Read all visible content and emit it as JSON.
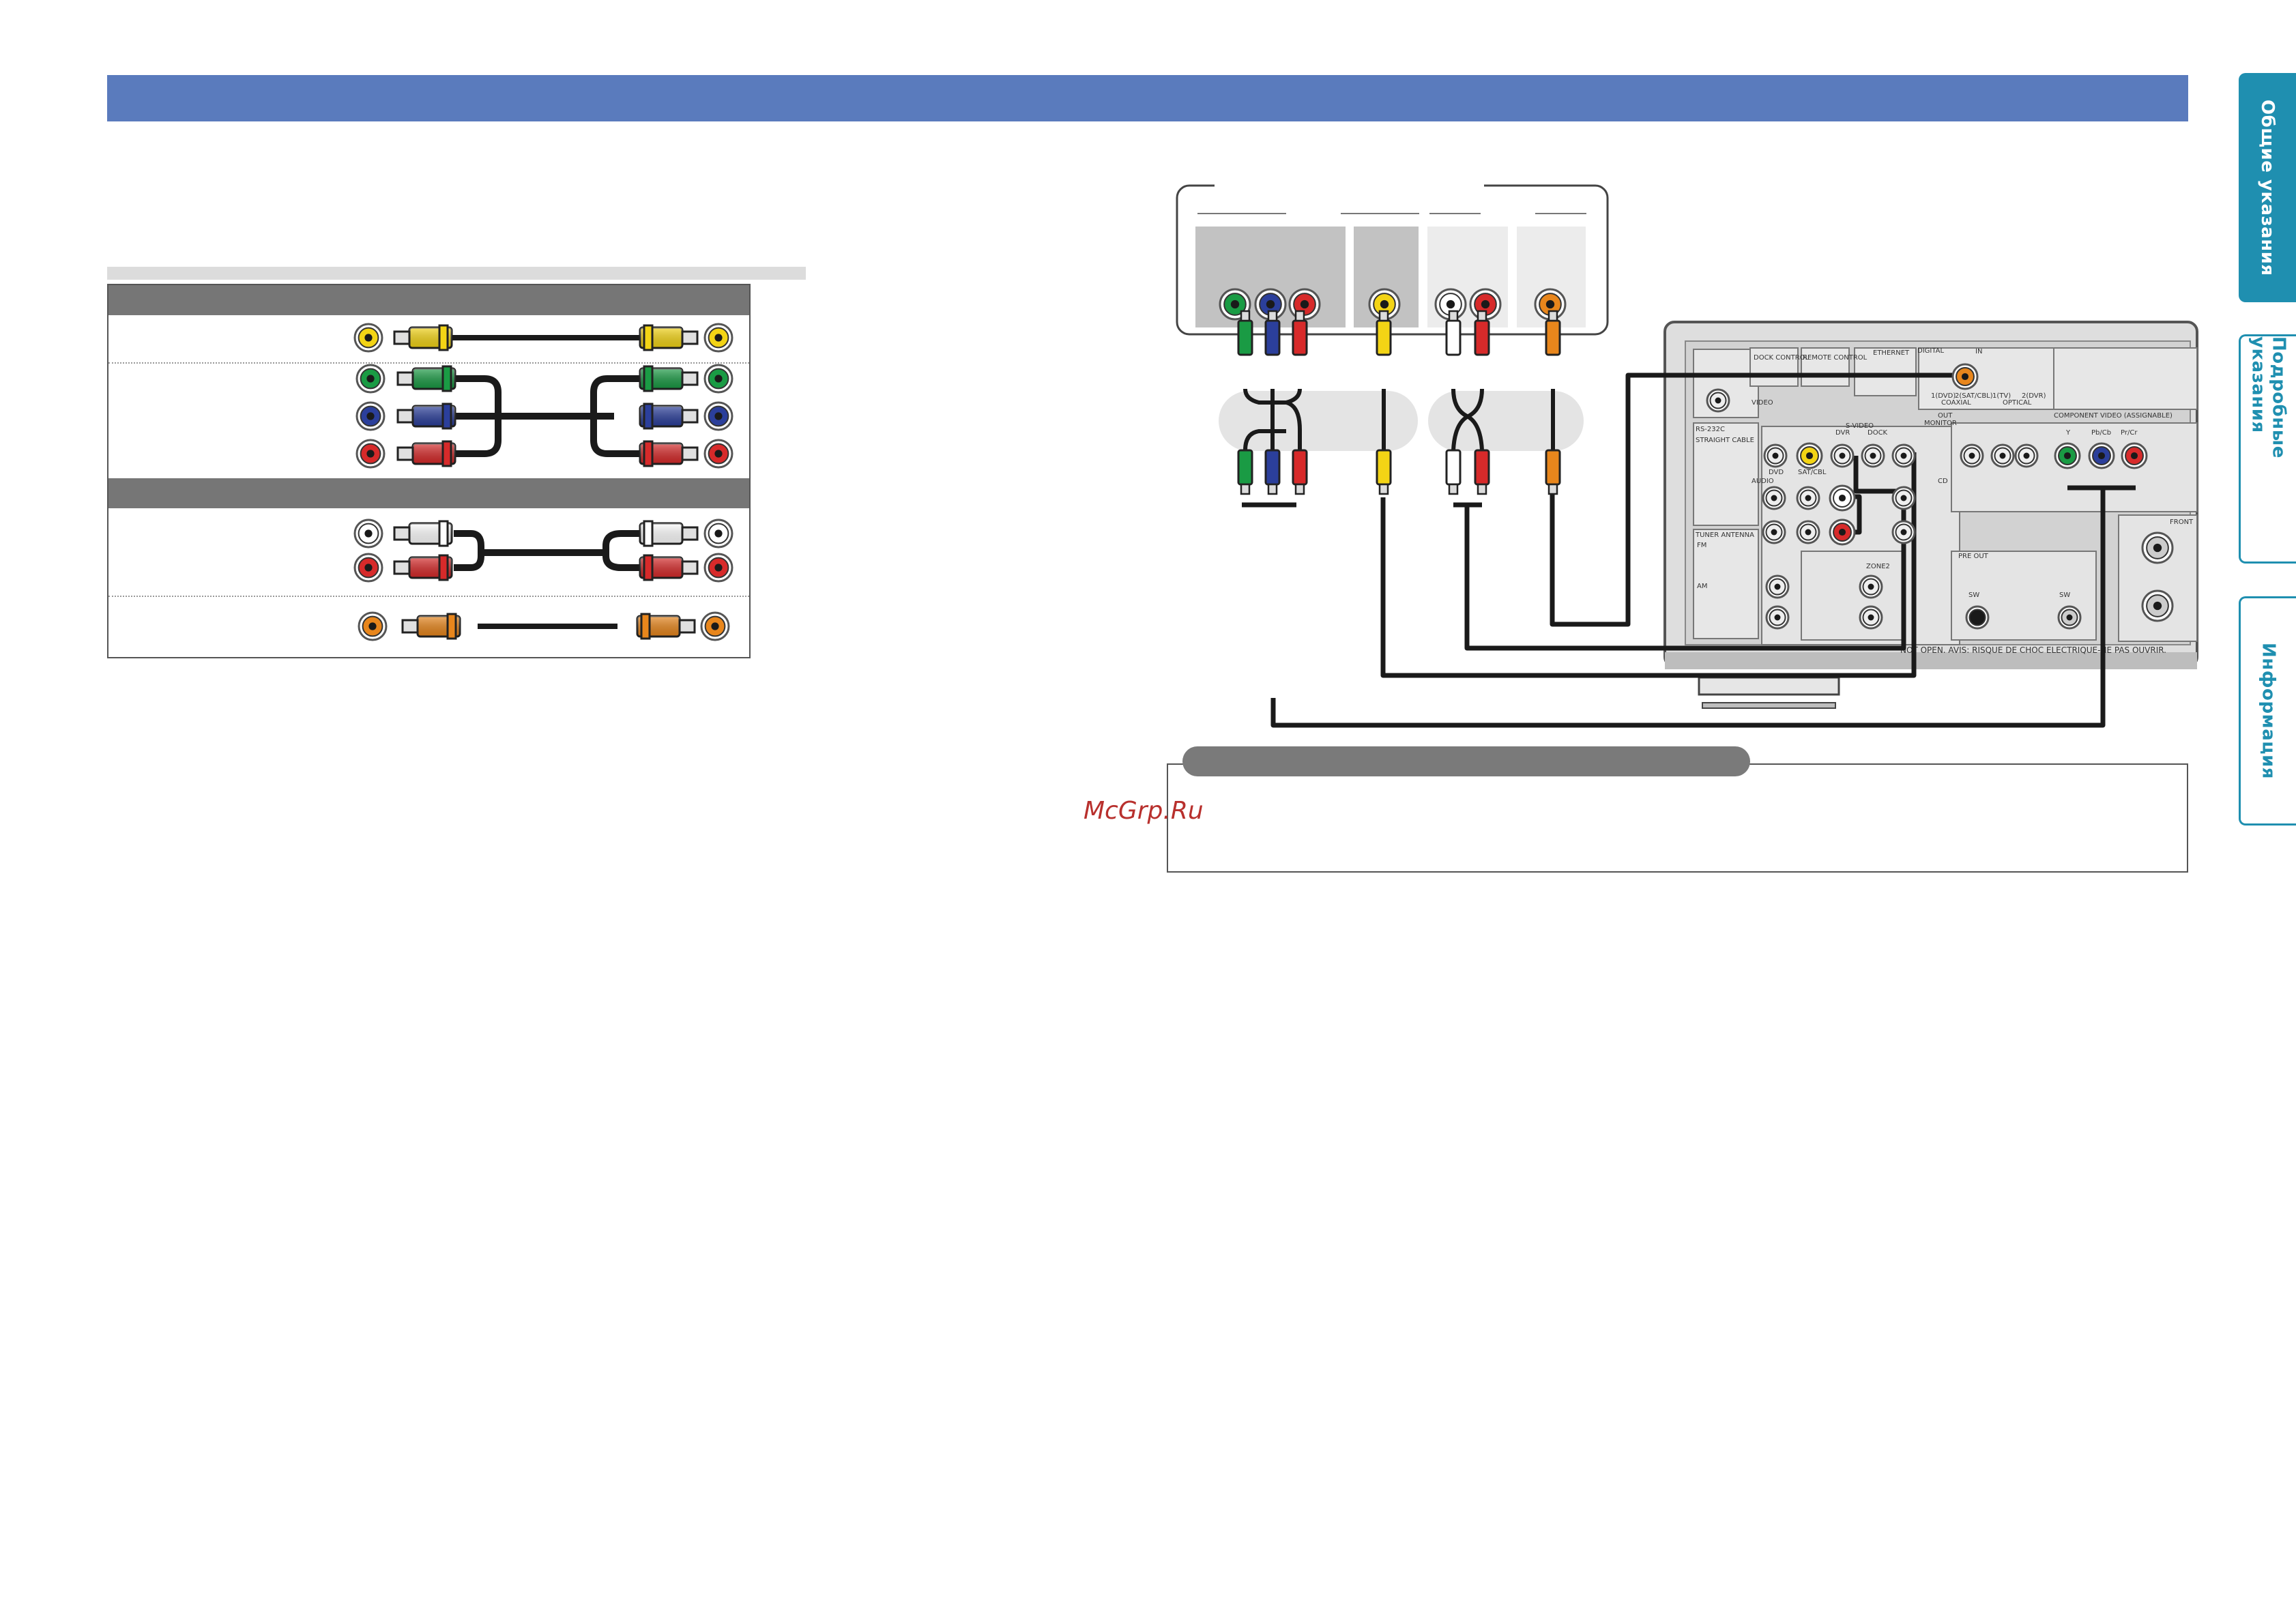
{
  "watermark": "McGrp.Ru",
  "side_tabs": [
    {
      "label": "Общие указания",
      "active": true
    },
    {
      "label": "Подробные указания",
      "active": false
    },
    {
      "label": "Информация",
      "active": false
    }
  ],
  "colors": {
    "header_bar": "#5a7bbd",
    "tab_accent": "#1f8fb0",
    "rca_green": "#1a9b44",
    "rca_blue": "#2b3f9b",
    "rca_red": "#d72a2a",
    "rca_yellow": "#f3d415",
    "rca_white": "#ffffff",
    "rca_orange": "#e8861c",
    "cable": "#1a1a1a"
  },
  "receiver_panel": {
    "labels": [
      "DOCK CONTROL",
      "REMOTE CONTROL",
      "ETHERNET",
      "DIGITAL",
      "IN",
      "OUT",
      "COAXIAL",
      "OPTICAL",
      "1(TV)",
      "2(DVR)",
      "1(DVD)",
      "2(SAT/CBL)",
      "VIDEO",
      "DVD",
      "SAT/CBL",
      "DVR",
      "DOCK",
      "S-VIDEO",
      "MONITOR",
      "COMPONENT VIDEO (ASSIGNABLE)",
      "Y",
      "Pb/Cb",
      "Pr/Cr",
      "RS-232C",
      "STRAIGHT CABLE",
      "AUDIO",
      "CD",
      "TUNER ANTENNA",
      "FM",
      "AM",
      "ZONE2",
      "PRE OUT",
      "SW",
      "FRONT",
      "NOT OPEN.  AVIS: RISQUE DE CHOC ELECTRIQUE-NE PAS OUVRIR."
    ]
  }
}
